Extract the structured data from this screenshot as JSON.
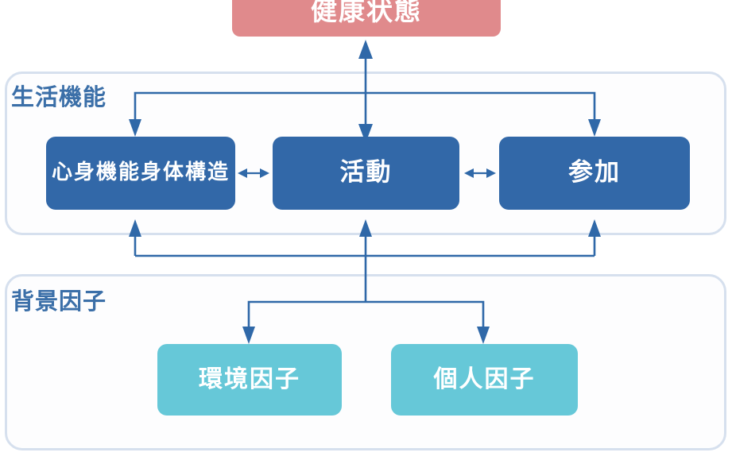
{
  "diagram": {
    "title_box": {
      "label": "健康状態",
      "color": "#e08a8c"
    },
    "groups": [
      {
        "name": "life-functioning",
        "label": "生活機能"
      },
      {
        "name": "contextual-factors",
        "label": "背景因子"
      }
    ],
    "nodes": {
      "health": {
        "label": "健康状態",
        "color": "#e08a8c"
      },
      "body_function": {
        "label_line1": "心身機能",
        "label_line2": "身体構造",
        "color": "#3268a8"
      },
      "activity": {
        "label": "活動",
        "color": "#3268a8"
      },
      "participation": {
        "label": "参加",
        "color": "#3268a8"
      },
      "environmental": {
        "label": "環境因子",
        "color": "#66c8d8"
      },
      "personal": {
        "label": "個人因子",
        "color": "#66c8d8"
      }
    },
    "colors": {
      "health_pink": "#e08a8c",
      "function_blue": "#3268a8",
      "factor_teal": "#66c8d8",
      "panel_border": "#d6e0ee",
      "arrow_blue": "#2f68a8",
      "label_blue": "#3b6fa8"
    },
    "connectors": [
      {
        "name": "health-to-activity",
        "type": "double-vertical"
      },
      {
        "name": "bus-top-to-three-boxes",
        "type": "fan-down"
      },
      {
        "name": "body-activity-link",
        "type": "double-horizontal"
      },
      {
        "name": "activity-participation-link",
        "type": "double-horizontal"
      },
      {
        "name": "bus-bottom-from-three-boxes",
        "type": "fan-up"
      },
      {
        "name": "context-fan-to-factors",
        "type": "fan-down"
      }
    ]
  }
}
